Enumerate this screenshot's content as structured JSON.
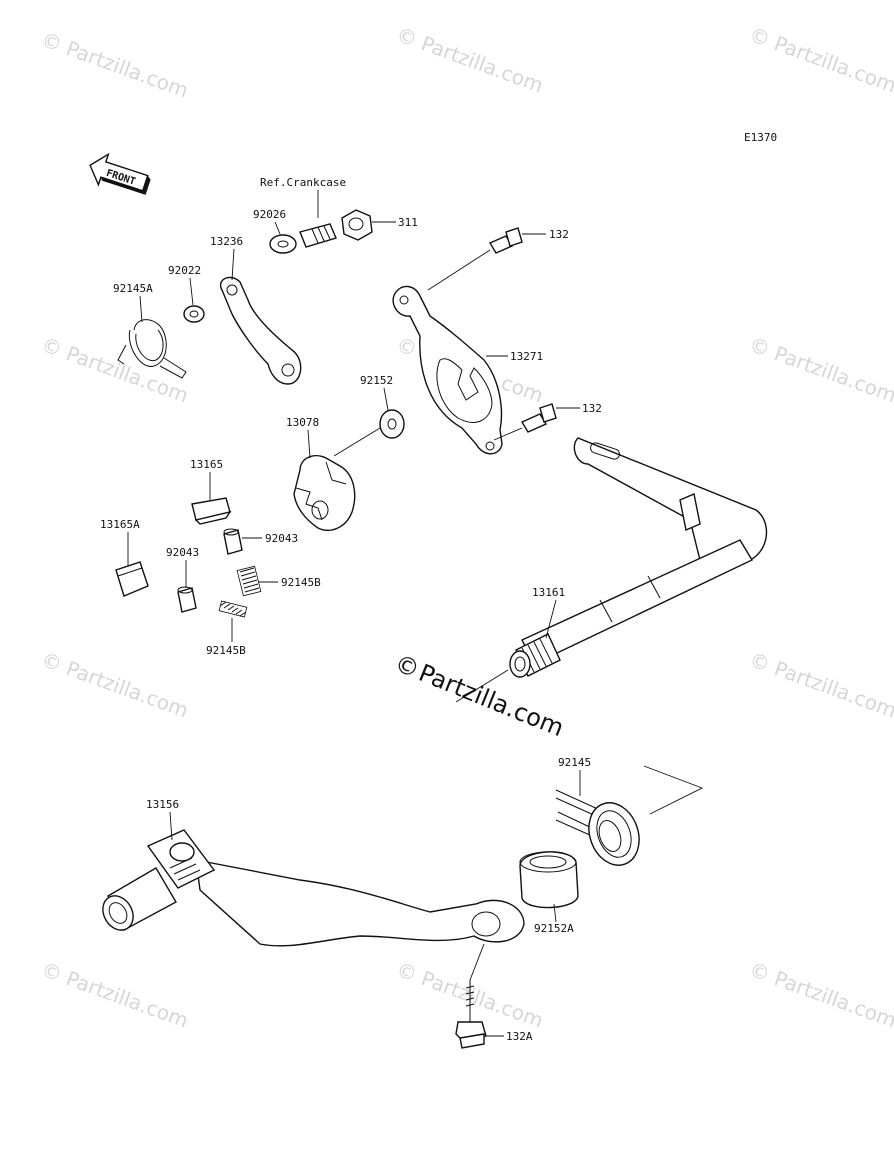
{
  "diagram_code": "E1370",
  "front_arrow_label": "FRONT",
  "reference_label": "Ref.Crankcase",
  "watermark_text": "© Partzilla.com",
  "center_watermark": {
    "symbol": "©",
    "text": "Partzilla.com"
  },
  "parts": {
    "p92026": "92026",
    "p311": "311",
    "p13236": "13236",
    "p92022": "92022",
    "p92145A": "92145A",
    "p132_top": "132",
    "p13271": "13271",
    "p92152": "92152",
    "p132_mid": "132",
    "p13078": "13078",
    "p13165": "13165",
    "p13165A": "13165A",
    "p92043_right": "92043",
    "p92043_left": "92043",
    "p92145B_right": "92145B",
    "p92145B_bottom": "92145B",
    "p13161": "13161",
    "p92145": "92145",
    "p13156": "13156",
    "p92152A": "92152A",
    "p132A": "132A"
  },
  "colors": {
    "line": "#111111",
    "watermark": "#d6d6d6",
    "background": "#ffffff"
  }
}
